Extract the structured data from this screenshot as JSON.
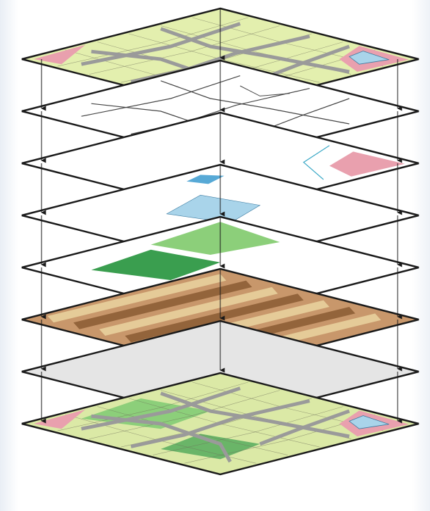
{
  "diagram": {
    "type": "gis-layer-stack",
    "layers": [
      {
        "id": "composite-top",
        "fill": "#e3efae"
      },
      {
        "id": "roads-lines",
        "fill": "#ffffff"
      },
      {
        "id": "wetlands",
        "fill": "#ffffff"
      },
      {
        "id": "water-bodies",
        "fill": "#ffffff"
      },
      {
        "id": "vegetation",
        "fill": "#ffffff"
      },
      {
        "id": "soils",
        "fill": "#c8976b"
      },
      {
        "id": "base-plane",
        "fill": "#e5e5e5"
      },
      {
        "id": "composite-bottom",
        "fill": "#dbe9a6"
      }
    ],
    "colors": {
      "outline": "#1a1a1a",
      "road": "#9a9a9a",
      "landuse_pink": "#e9a0ae",
      "water": "#57a9d6",
      "water_light": "#a9d4ea",
      "veg_light": "#8ccf7a",
      "veg_dark": "#3a9e4f",
      "soil_dark": "#8a5a32",
      "soil_light": "#ead3a0"
    }
  }
}
